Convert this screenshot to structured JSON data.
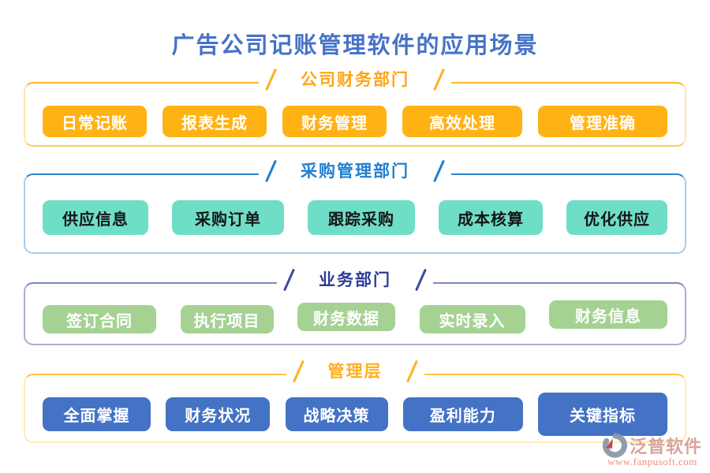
{
  "page": {
    "title": "广告公司记账管理软件的应用场景"
  },
  "sections": [
    {
      "id": "company-finance",
      "title": "公司财务部门",
      "buttons": [
        "日常记账",
        "报表生成",
        "财务管理",
        "高效处理",
        "管理准确"
      ],
      "chip_color": "#ffb214",
      "chip_text_color": "#ffffff",
      "accent": "#ffa516"
    },
    {
      "id": "procurement",
      "title": "采购管理部门",
      "buttons": [
        "供应信息",
        "采购订单",
        "跟踪采购",
        "成本核算",
        "优化供应"
      ],
      "chip_color": "#6fdec7",
      "chip_text_color": "#161616",
      "accent": "#1f7fd1"
    },
    {
      "id": "business",
      "title": "业务部门",
      "buttons": [
        "签订合同",
        "执行项目",
        "财务数据",
        "实时录入",
        "财务信息"
      ],
      "chip_color": "#a5d293",
      "chip_text_color": "#ffffff",
      "accent": "#2e3b96"
    },
    {
      "id": "management",
      "title": "管理层",
      "buttons": [
        "全面掌握",
        "财务状况",
        "战略决策",
        "盈利能力",
        "关键指标"
      ],
      "chip_color": "#4472c4",
      "chip_text_color": "#ffffff",
      "accent": "#ffb021"
    }
  ],
  "branding": {
    "logo_text": "泛普软件",
    "website": "www.fanpusoft.com"
  },
  "colors": {
    "title": "#4673c8",
    "background": "#ffffff"
  }
}
